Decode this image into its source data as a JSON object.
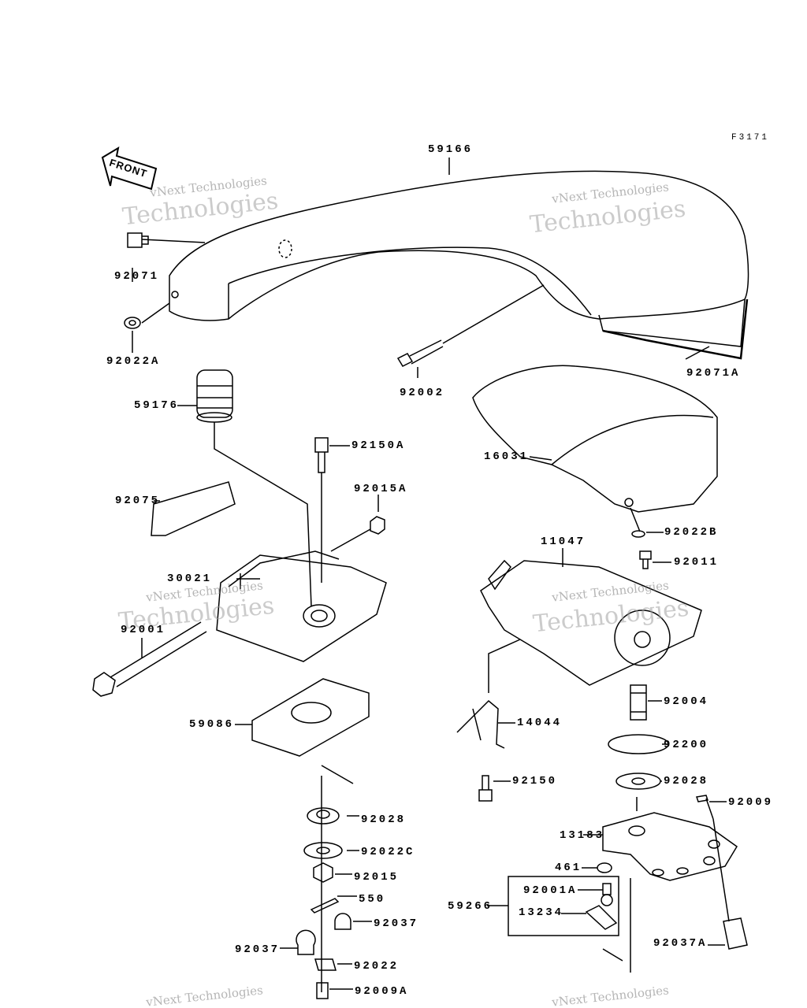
{
  "figure_code": "F3171",
  "front_arrow_label": "FRONT",
  "watermark": {
    "line1": "vNext Technologies",
    "line2": "Technologies",
    "small": "vNext"
  },
  "labels": {
    "l59166": "59166",
    "l92071": "92071",
    "l92022A": "92022A",
    "l92002": "92002",
    "l92071A": "92071A",
    "l59176": "59176",
    "l92150A": "92150A",
    "l92015A": "92015A",
    "l16031": "16031",
    "l92075": "92075",
    "l92022B": "92022B",
    "l11047": "11047",
    "l92011": "92011",
    "l30021": "30021",
    "l92001": "92001",
    "l92004": "92004",
    "l59086": "59086",
    "l14044": "14044",
    "l92200": "92200",
    "l92028a": "92028",
    "l92150": "92150",
    "l92009": "92009",
    "l13183": "13183",
    "l92028b": "92028",
    "l92022C": "92022C",
    "l92015": "92015",
    "l550": "550",
    "l92037a": "92037",
    "l92037b": "92037",
    "l92022": "92022",
    "l92009A": "92009A",
    "l461": "461",
    "l59266": "59266",
    "l92001A": "92001A",
    "l13234": "13234",
    "l92037A": "92037A"
  }
}
